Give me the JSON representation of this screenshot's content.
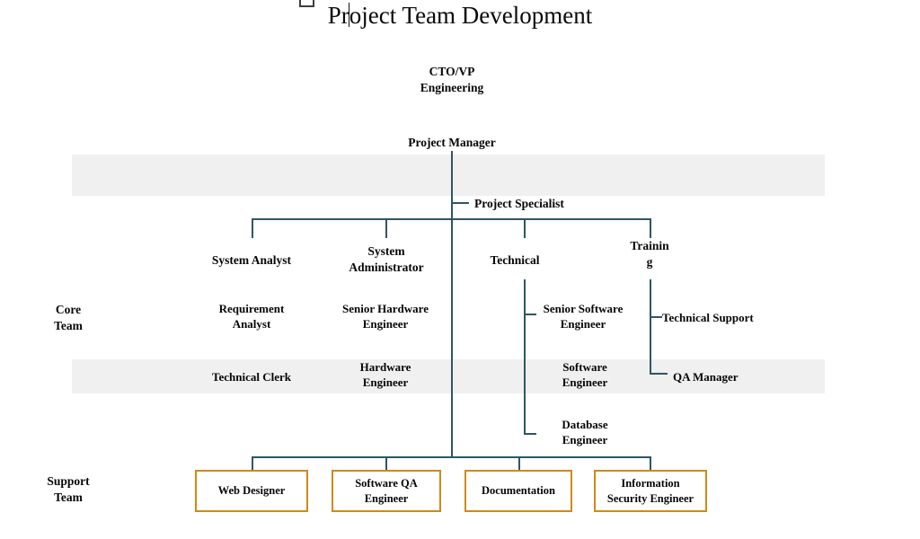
{
  "document": {
    "title": "Project Team Development",
    "caret_visible": true
  },
  "theme": {
    "connector_color": "#2f5663",
    "box_border_color": "#cf8a16",
    "band_color": "#f0f0f0",
    "text_color": "#060606",
    "page_background": "#ffffff"
  },
  "chart_data": {
    "type": "diagram",
    "subtype": "organization-chart",
    "title": "Project Team Development",
    "root": "CTO/VP Engineering",
    "nodes": [
      {
        "id": "cto",
        "label": "CTO/VP\nEngineering",
        "level": 0
      },
      {
        "id": "pm",
        "label": "Project Manager",
        "level": 1
      },
      {
        "id": "ps",
        "label": "Project Specialist",
        "level": 2
      },
      {
        "id": "sa",
        "label": "System Analyst",
        "level": 3
      },
      {
        "id": "sysadmin",
        "label": "System\nAdministrator",
        "level": 3
      },
      {
        "id": "technical",
        "label": "Technical",
        "level": 3
      },
      {
        "id": "training",
        "label": "Trainin\ng",
        "level": 3
      },
      {
        "id": "req-analyst",
        "label": "Requirement\nAnalyst",
        "level": 4,
        "parent": "sa"
      },
      {
        "id": "sr-hw-eng",
        "label": "Senior Hardware\nEngineer",
        "level": 4,
        "parent": "sysadmin"
      },
      {
        "id": "sr-sw-eng",
        "label": "Senior Software\nEngineer",
        "level": 4,
        "parent": "technical"
      },
      {
        "id": "tech-support",
        "label": "Technical Support",
        "level": 4,
        "parent": "training"
      },
      {
        "id": "tech-clerk",
        "label": "Technical Clerk",
        "level": 5,
        "parent": "sa"
      },
      {
        "id": "hw-eng",
        "label": "Hardware\nEngineer",
        "level": 5,
        "parent": "sysadmin"
      },
      {
        "id": "sw-eng",
        "label": "Software\nEngineer",
        "level": 5,
        "parent": "technical"
      },
      {
        "id": "qa-manager",
        "label": "QA Manager",
        "level": 5,
        "parent": "training"
      },
      {
        "id": "db-eng",
        "label": "Database\nEngineer",
        "level": 6,
        "parent": "technical"
      },
      {
        "id": "web-designer",
        "label": "Web Designer",
        "level": 7,
        "boxed": true
      },
      {
        "id": "sw-qa-eng",
        "label": "Software QA\nEngineer",
        "level": 7,
        "boxed": true
      },
      {
        "id": "documentation",
        "label": "Documentation",
        "level": 7,
        "boxed": true
      },
      {
        "id": "infosec-eng",
        "label": "Information\nSecurity Engineer",
        "level": 7,
        "boxed": true
      }
    ],
    "group_labels": [
      "Core\nTeam",
      "Support\nTeam"
    ]
  },
  "chart": {
    "top": {
      "cto": "CTO/VP\nEngineering",
      "project_manager": "Project Manager",
      "project_specialist": "Project Specialist"
    },
    "tier2": {
      "system_analyst": "System Analyst",
      "system_administrator": "System\nAdministrator",
      "technical": "Technical",
      "training": "Trainin\ng"
    },
    "core_row1": {
      "requirement_analyst": "Requirement\nAnalyst",
      "senior_hardware_engineer": "Senior Hardware\nEngineer",
      "senior_software_engineer": "Senior Software\nEngineer",
      "technical_support": "Technical Support"
    },
    "core_row2": {
      "technical_clerk": "Technical Clerk",
      "hardware_engineer": "Hardware\nEngineer",
      "software_engineer": "Software\nEngineer",
      "qa_manager": "QA Manager"
    },
    "core_row3": {
      "database_engineer": "Database\nEngineer"
    },
    "support_boxes": [
      {
        "label": "Web Designer"
      },
      {
        "label": "Software QA\nEngineer"
      },
      {
        "label": "Documentation"
      },
      {
        "label": "Information\nSecurity Engineer"
      }
    ],
    "side_labels": {
      "core_team": "Core\nTeam",
      "support_team": "Support\nTeam"
    }
  }
}
